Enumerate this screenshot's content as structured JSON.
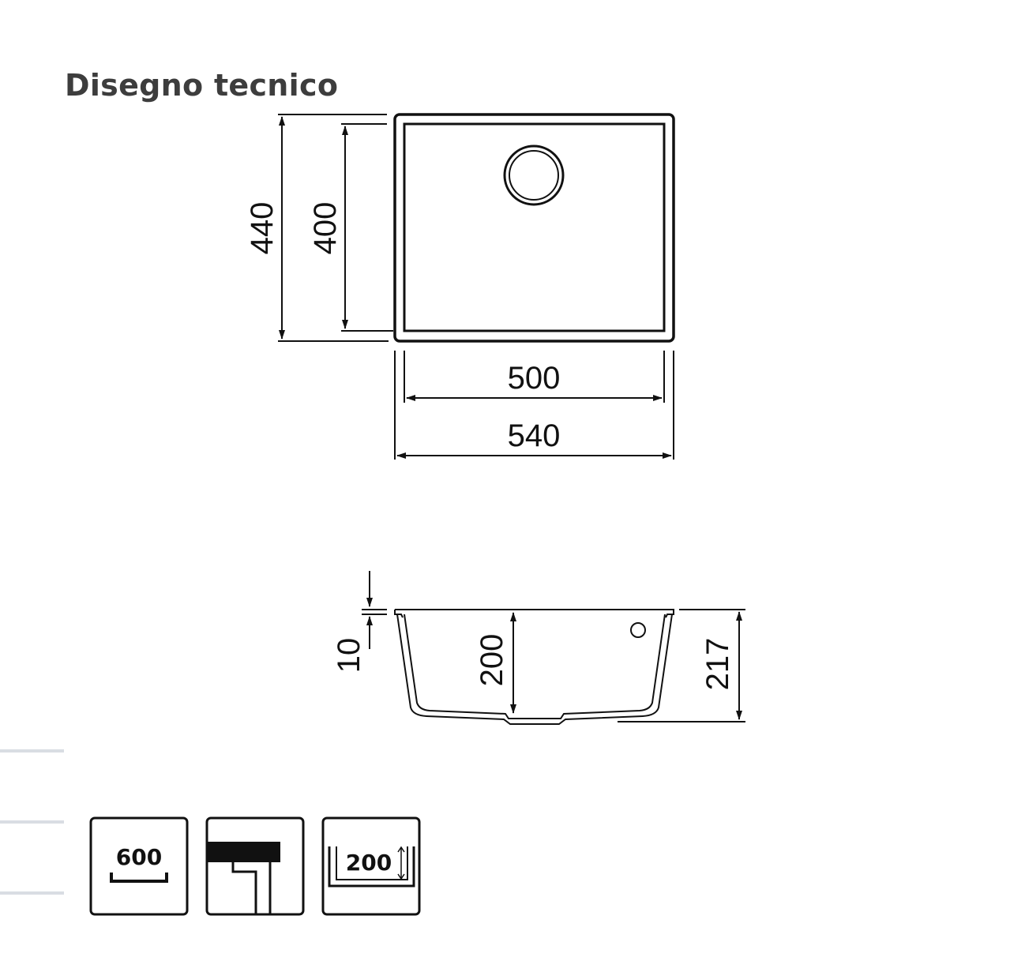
{
  "title": "Disegno tecnico",
  "top_view": {
    "outer_depth": "440",
    "inner_depth": "400",
    "inner_width": "500",
    "outer_width": "540"
  },
  "side_view": {
    "rim": "10",
    "bowl_depth": "200",
    "total_height": "217"
  },
  "icons": [
    {
      "name": "cabinet-width-icon",
      "label": "600"
    },
    {
      "name": "undermount-installation-icon",
      "label": ""
    },
    {
      "name": "bowl-depth-icon",
      "label": "200"
    }
  ]
}
